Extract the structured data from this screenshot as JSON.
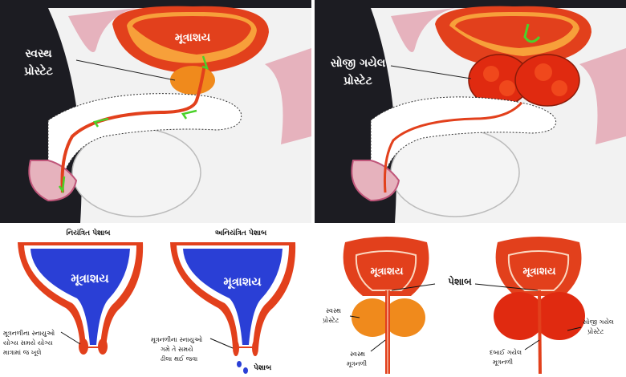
{
  "top_left": {
    "bladder_label": "મૂત્રાશય",
    "caption_line1": "સ્વસ્થ",
    "caption_line2": "પ્રોસ્ટેટ"
  },
  "top_right": {
    "caption_line1": "સોજી ગયેલ",
    "caption_line2": "પ્રોસ્ટેટ"
  },
  "bottom_left": {
    "heading_left": "નિયંત્રિત પેશાબ",
    "heading_right": "અનિયંત્રિત પેશાબ",
    "bladder_label_left": "મૂત્રાશય",
    "bladder_label_right": "મૂત્રાશય",
    "note_left_1": "મૂત્રનળીના સ્નાયુઓ",
    "note_left_2": "યોગ્ય સમયે યોગ્ય",
    "note_left_3": "માત્રામાં જ ખૂલે",
    "note_right_1": "મૂત્રનળીના સ્નાયુઓ",
    "note_right_2": "ગમે તે સમયે",
    "note_right_3": "ઢીલા થઈ જવા",
    "drip_label": "પેશાબ"
  },
  "bottom_right": {
    "bladder_label_left": "મૂત્રાશય",
    "bladder_label_right": "મૂત્રાશય",
    "urine_label": "પેશાબ",
    "healthy_prostate_1": "સ્વસ્થ",
    "healthy_prostate_2": "પ્રોસ્ટેટ",
    "healthy_urethra_1": "સ્વસ્થ",
    "healthy_urethra_2": "મૂત્રનળી",
    "pressed_urethra_1": "દબાઈ ગયેલ",
    "pressed_urethra_2": "મૂત્રનળી",
    "swollen_prostate_1": "સોજી ગયેલ",
    "swollen_prostate_2": "પ્રોસ્ટેટ"
  },
  "colors": {
    "dark_bg": "#1c1c22",
    "bladder_red": "#e2401c",
    "bladder_orange": "#f7a03a",
    "prostate_orange": "#f08a1c",
    "swollen_red": "#e02a10",
    "blue": "#2a3fd6",
    "pink": "#e6b2bd"
  }
}
